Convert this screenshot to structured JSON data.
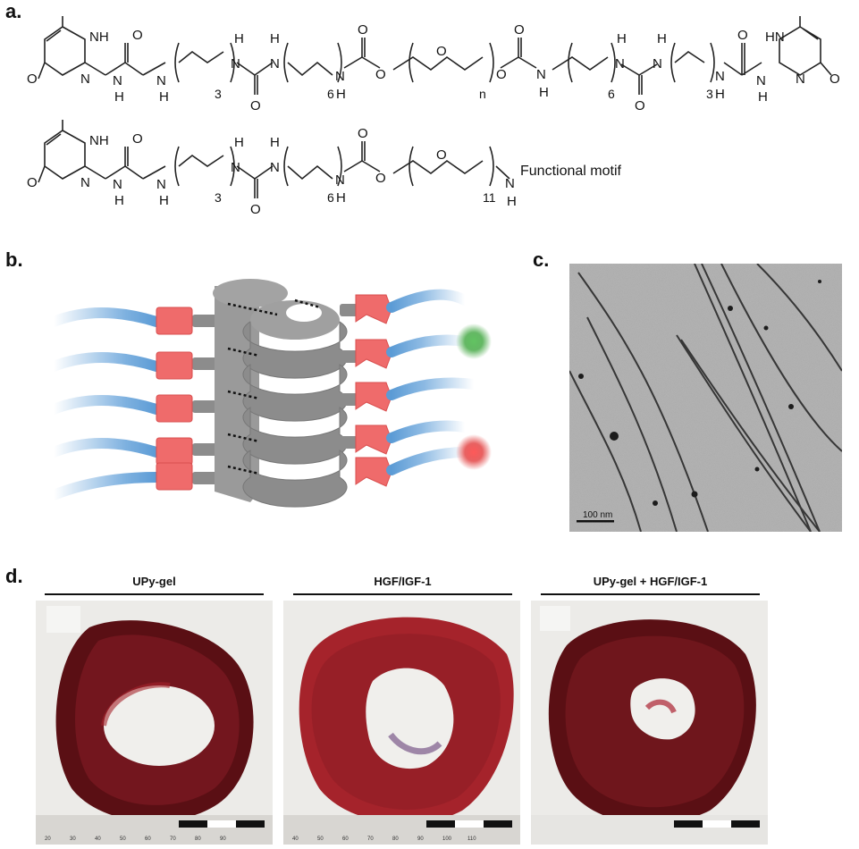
{
  "panel_labels": {
    "a": "a.",
    "b": "b.",
    "c": "c.",
    "d": "d."
  },
  "panel_a": {
    "molecule1": {
      "labels": [
        "O",
        "N",
        "NH",
        "O",
        "N",
        "H",
        "N",
        "H",
        "3",
        "H",
        "N",
        "O",
        "N",
        "H",
        "6",
        "H",
        "N",
        "O",
        "O",
        "O",
        "n",
        "O",
        "O",
        "N",
        "H",
        "6",
        "H",
        "N",
        "O",
        "N",
        "H",
        "3",
        "H",
        "N",
        "O",
        "N",
        "H",
        "HN",
        "N",
        "O"
      ]
    },
    "molecule2": {
      "subscripts": [
        "3",
        "6",
        "11"
      ],
      "functional_motif": "Functional motif"
    }
  },
  "panel_c": {
    "scale_bar_label": "100 nm"
  },
  "panel_d": {
    "groups": [
      {
        "name": "UPy-gel"
      },
      {
        "name": "HGF/IGF-1"
      },
      {
        "name": "UPy-gel + HGF/IGF-1"
      }
    ],
    "ruler_ticks": {
      "photo1": [
        "20",
        "30",
        "40",
        "50",
        "60",
        "70",
        "80",
        "90"
      ],
      "photo2": [
        "40",
        "50",
        "60",
        "70",
        "80",
        "90",
        "100",
        "110"
      ]
    }
  },
  "colors": {
    "tissue_dark": "#5a0f14",
    "tissue_red": "#a5232b",
    "tem_background": "#a9a9a9",
    "peg_blue": "#6fa8dc",
    "upy_red": "#ef6b6b",
    "stack_gray": "#8c8c8c",
    "green_motif": "#3fa63f",
    "red_motif": "#e23b3b"
  }
}
